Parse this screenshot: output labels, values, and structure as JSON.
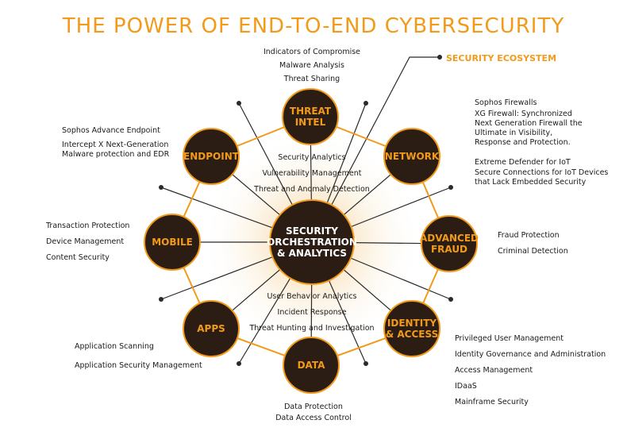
{
  "title": "THE POWER OF END-TO-END CYBERSECURITY",
  "ecosystem_label": "SECURITY ECOSYSTEM",
  "center": {
    "label": "SECURITY\nORCHESTRATION\n& ANALYTICS",
    "items_top": [
      "Security Analytics",
      "Vulnerability Management",
      "Threat and Anomaly Detection"
    ],
    "items_bottom": [
      "User Behavior Analytics",
      "Incident Response",
      "Threat Hunting and Investigation"
    ]
  },
  "nodes": {
    "threat_intel": {
      "label": "THREAT\nINTEL",
      "items": [
        "Indicators of Compromise",
        "Malware Analysis",
        "Threat Sharing"
      ]
    },
    "network": {
      "label": "NETWORK",
      "items": [
        "Sophos Firewalls",
        "XG Firewall: Synchronized",
        "Next Generation Firewall the",
        "Ultimate in Visibility,",
        "Response and Protection."
      ],
      "items2": [
        "Extreme Defender for IoT",
        "Secure Connections for IoT Devices",
        "that Lack Embedded Security"
      ]
    },
    "advanced_fraud": {
      "label": "ADVANCED\nFRAUD",
      "items": [
        "Fraud Protection",
        "Criminal Detection"
      ]
    },
    "identity_access": {
      "label": "IDENTITY\n& ACCESS",
      "items": [
        "Privileged User Management",
        "Identity Governance and Administration",
        "Access Management",
        "IDaaS",
        "Mainframe Security"
      ]
    },
    "data": {
      "label": "DATA",
      "items": [
        "Data Protection",
        "Data Access Control"
      ]
    },
    "apps": {
      "label": "APPS",
      "items": [
        "Application Scanning",
        "Application Security Management"
      ]
    },
    "mobile": {
      "label": "MOBILE",
      "items": [
        "Transaction Protection",
        "Device Management",
        "Content Security"
      ]
    },
    "endpoint": {
      "label": "ENDPOINT",
      "items": [
        "Sophos Advance Endpoint",
        "Intercept X Next-Generation",
        "Malware protection and EDR"
      ]
    }
  },
  "colors": {
    "accent": "#f29a1a",
    "node_fill": "#2b1d14",
    "line": "#2a2a2a",
    "glow": "#f7d9a0"
  }
}
